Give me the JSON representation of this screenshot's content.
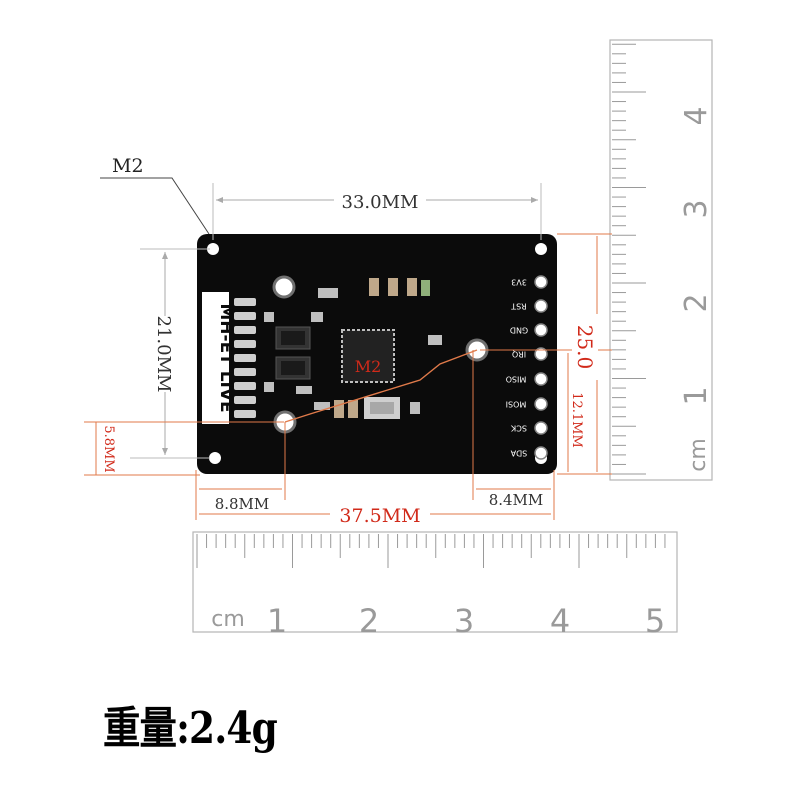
{
  "labels": {
    "hole_spec": "M2",
    "chip_marking": "M2",
    "brand": "MH-ET LIVE",
    "width_dim": "33.0MM",
    "height_dim": "21.0MM",
    "hole_offset_y": "5.8MM",
    "hole_offset_left": "8.8MM",
    "hole_offset_right": "8.4MM",
    "total_length": "37.5MM",
    "total_height": "25.0",
    "pin_span": "12.1MM"
  },
  "pins": [
    "3V3",
    "RST",
    "GND",
    "IRQ",
    "MISO",
    "MOSI",
    "SCK",
    "SDA"
  ],
  "rulers": {
    "unit": "cm",
    "horizontal_ticks": [
      "1",
      "2",
      "3",
      "4",
      "5"
    ],
    "vertical_ticks": [
      "1",
      "2",
      "3",
      "4"
    ]
  },
  "weight_text": "重量:2.4g",
  "colors": {
    "board": "#0b0b0b",
    "dimension_line": "#e07a4a",
    "dimension_text": "#d12a1a",
    "ruler": "#9a9a9a"
  }
}
